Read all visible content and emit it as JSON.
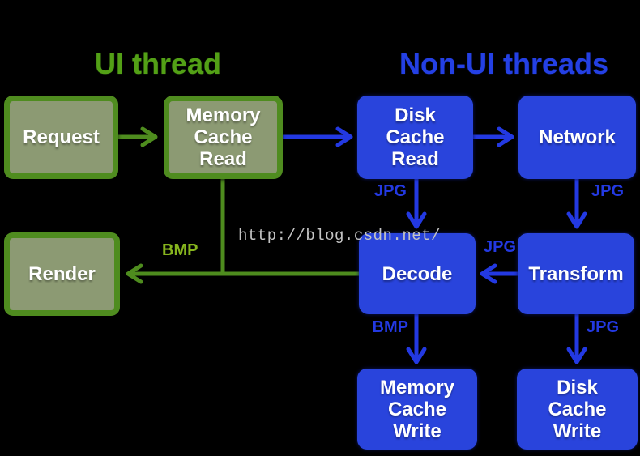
{
  "titles": {
    "ui_thread": "UI thread",
    "non_ui_threads": "Non-UI threads"
  },
  "watermark": "http://blog.csdn.net/",
  "nodes": {
    "request": {
      "label": "Request",
      "thread": "ui"
    },
    "memory_cache_read": {
      "label": "Memory\nCache\nRead",
      "thread": "ui"
    },
    "disk_cache_read": {
      "label": "Disk\nCache\nRead",
      "thread": "non-ui"
    },
    "network": {
      "label": "Network",
      "thread": "non-ui"
    },
    "render": {
      "label": "Render",
      "thread": "ui"
    },
    "decode": {
      "label": "Decode",
      "thread": "non-ui"
    },
    "transform": {
      "label": "Transform",
      "thread": "non-ui"
    },
    "memory_cache_write": {
      "label": "Memory\nCache\nWrite",
      "thread": "non-ui"
    },
    "disk_cache_write": {
      "label": "Disk\nCache\nWrite",
      "thread": "non-ui"
    }
  },
  "edge_labels": {
    "disk_cache_read_to_decode": "JPG",
    "network_to_transform": "JPG",
    "transform_to_decode": "JPG",
    "decode_to_render": "BMP",
    "decode_to_memory_cache_write": "BMP",
    "transform_to_disk_cache_write": "JPG"
  },
  "colors": {
    "background": "#000000",
    "green_box_border": "#4f8c1f",
    "green_box_fill": "#8c9a73",
    "green_title": "#53a016",
    "green_arrow": "#4e8c1e",
    "green_edge_label": "#86b41e",
    "blue_box_fill": "#2944dc",
    "blue_title": "#2440e4",
    "blue_arrow": "#2339e2",
    "box_text": "#ffffff",
    "watermark_text": "#c4c4c4"
  }
}
